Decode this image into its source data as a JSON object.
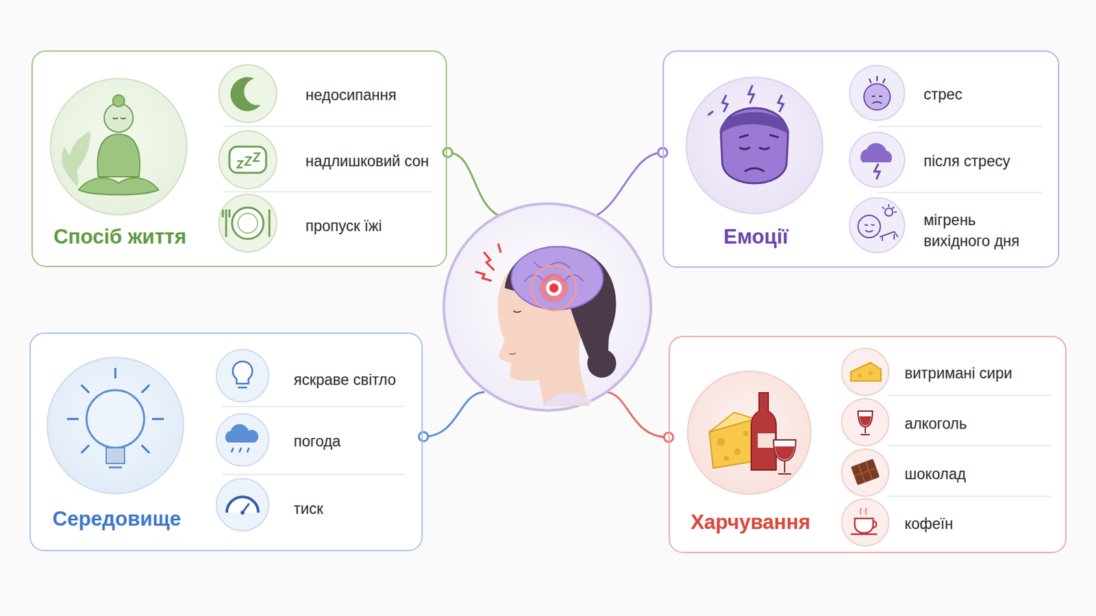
{
  "diagram": {
    "nodes": [
      {
        "text": [
          "Спосіб життя",
          "недосипання",
          "надлишковий сон",
          "пропуск їжі"
        ]
      },
      {
        "text": [
          "Емоції",
          "стрес",
          "після стресу",
          "мігрень вихідного дня"
        ]
      },
      {
        "text": [
          "Середовище",
          "яскраве світло",
          "погода",
          "тиск"
        ]
      },
      {
        "text": [
          "Харчування",
          "витримані сири",
          "алкоголь",
          "шоколад",
          "кофеїн"
        ]
      }
    ]
  }
}
